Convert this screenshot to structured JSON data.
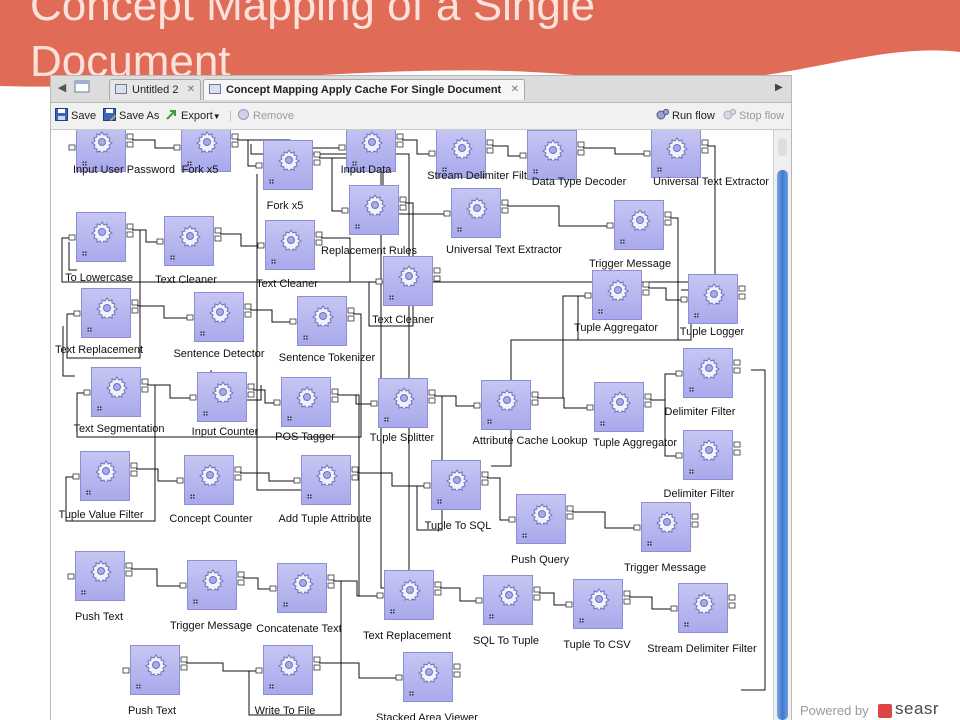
{
  "slide": {
    "title": "Concept Mapping of a Single Document",
    "accent": "#e06b56",
    "powered_by": "Powered by",
    "brand": "seasr"
  },
  "window": {
    "tabs": [
      {
        "label": "Untitled 2",
        "active": false
      },
      {
        "label": "Concept Mapping Apply Cache For Single Document",
        "active": true
      }
    ],
    "tab_close": "✕",
    "toolbar": {
      "save": "Save",
      "save_as": "Save As",
      "export": "Export",
      "remove": "Remove",
      "run_flow": "Run flow",
      "stop_flow": "Stop flow"
    }
  },
  "flow": {
    "nodes": [
      {
        "label": "Input User Password",
        "col": 0
      },
      {
        "label": "Fork x5"
      },
      {
        "label": "Input Data"
      },
      {
        "label": "Stream Delimiter Filter"
      },
      {
        "label": "Data Type Decoder"
      },
      {
        "label": "Universal Text Extractor"
      },
      {
        "label": "Fork x5"
      },
      {
        "label": "Replacement Rules"
      },
      {
        "label": "Universal Text Extractor"
      },
      {
        "label": "Trigger Message"
      },
      {
        "label": "To Lowercase"
      },
      {
        "label": "Text Cleaner"
      },
      {
        "label": "Text Cleaner"
      },
      {
        "label": "Text Cleaner"
      },
      {
        "label": "Tuple Aggregator"
      },
      {
        "label": "Tuple Logger"
      },
      {
        "label": "Text Replacement"
      },
      {
        "label": "Sentence Detector"
      },
      {
        "label": "Sentence Tokenizer"
      },
      {
        "label": "Text Segmentation"
      },
      {
        "label": "Input Counter"
      },
      {
        "label": "POS Tagger"
      },
      {
        "label": "Tuple Splitter"
      },
      {
        "label": "Attribute Cache Lookup"
      },
      {
        "label": "Tuple Aggregator"
      },
      {
        "label": "Delimiter Filter"
      },
      {
        "label": "Delimiter Filter"
      },
      {
        "label": "Tuple Value Filter"
      },
      {
        "label": "Concept Counter"
      },
      {
        "label": "Add Tuple Attribute"
      },
      {
        "label": "Tuple To SQL"
      },
      {
        "label": "Push Query"
      },
      {
        "label": "Trigger Message"
      },
      {
        "label": "Push Text"
      },
      {
        "label": "Trigger Message"
      },
      {
        "label": "Concatenate Text"
      },
      {
        "label": "Text Replacement"
      },
      {
        "label": "SQL To Tuple"
      },
      {
        "label": "Tuple To CSV"
      },
      {
        "label": "Stream Delimiter Filter"
      },
      {
        "label": "Push Text"
      },
      {
        "label": "Write To File"
      },
      {
        "label": "Stacked Area Viewer"
      }
    ]
  }
}
